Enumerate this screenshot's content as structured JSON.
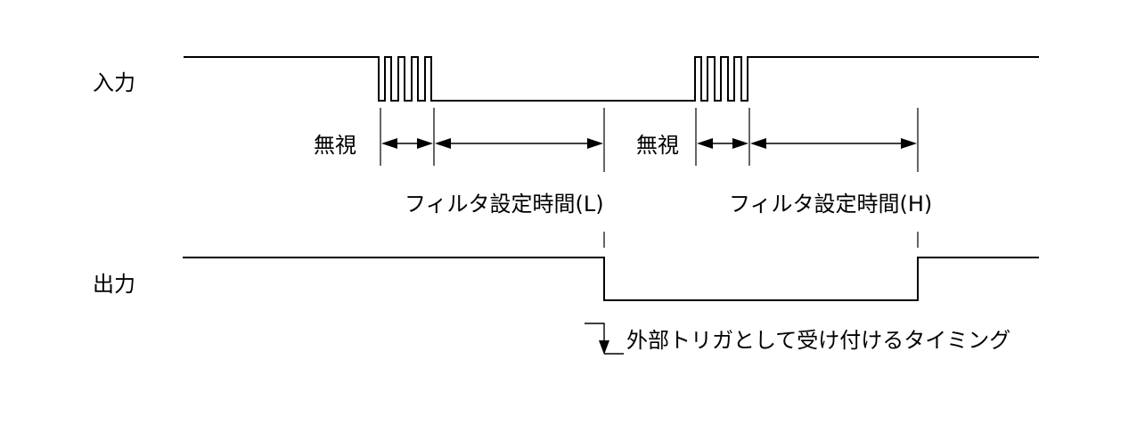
{
  "labels": {
    "input": "入力",
    "output": "出力",
    "ignore": "無視",
    "filter_low": "フィルタ設定時間(L)",
    "filter_high": "フィルタ設定時間(H)",
    "trigger_note": "外部トリガとして受け付けるタイミング"
  }
}
